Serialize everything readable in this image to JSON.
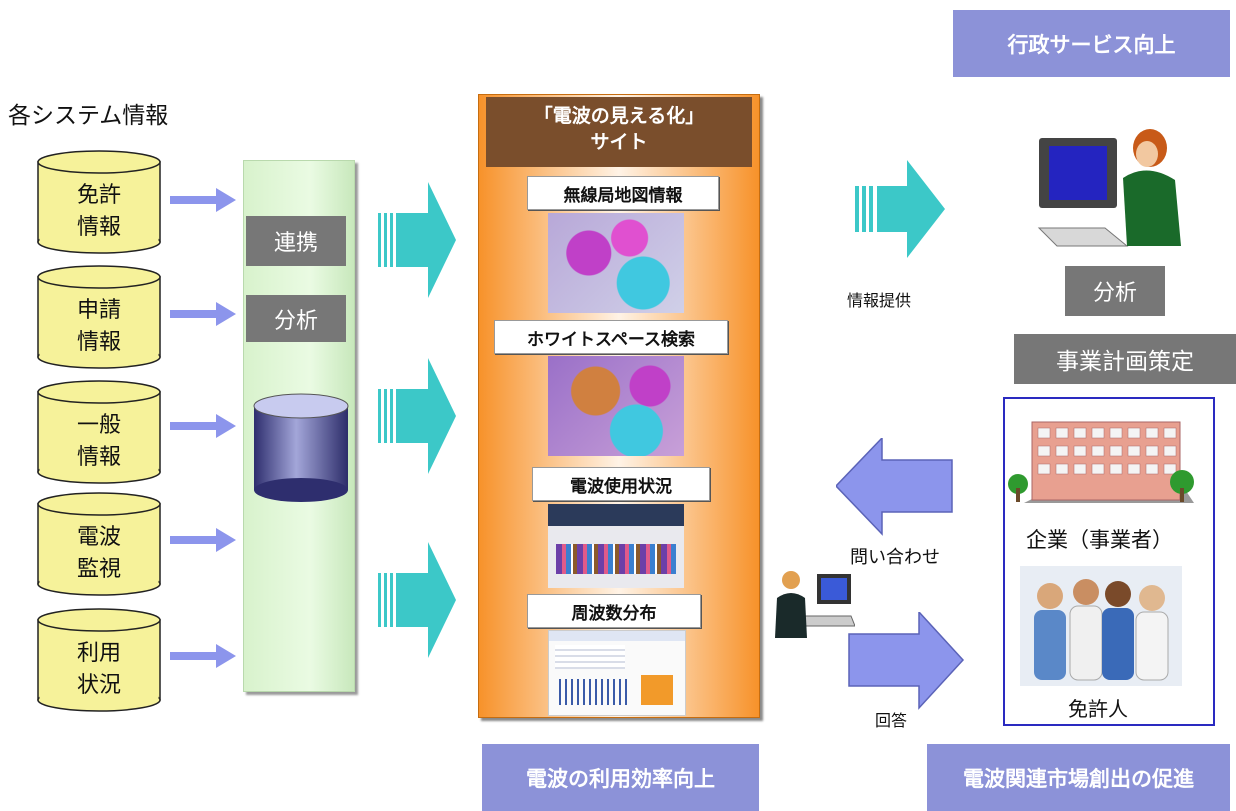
{
  "title_left": "各システム情報",
  "sources": [
    {
      "label": "免許\n情報"
    },
    {
      "label": "申請\n情報"
    },
    {
      "label": "一般\n情報"
    },
    {
      "label": "電波\n監視"
    },
    {
      "label": "利用\n状況"
    }
  ],
  "integration": {
    "link_label": "連携",
    "analysis_label": "分析"
  },
  "site": {
    "header": "「電波の見える化」\nサイト",
    "sections": [
      "無線局地図情報",
      "ホワイトスペース検索",
      "電波使用状況",
      "周波数分布"
    ]
  },
  "right": {
    "top_banner": "行政サービス向上",
    "info_label": "情報提供",
    "analysis_label": "分析",
    "planning_label": "事業計画策定",
    "inquiry_label": "問い合わせ",
    "answer_label": "回答",
    "company_label": "企業（事業者）",
    "licensee_label": "免許人"
  },
  "bottom": {
    "left_banner": "電波の利用効率向上",
    "right_banner": "電波関連市場創出の促進"
  },
  "colors": {
    "cylinder": "#f6f29a",
    "arrow_blue": "#8c95ec",
    "teal": "#3cc8c8",
    "banner": "#8c92d8",
    "orange": "#f7922a"
  }
}
